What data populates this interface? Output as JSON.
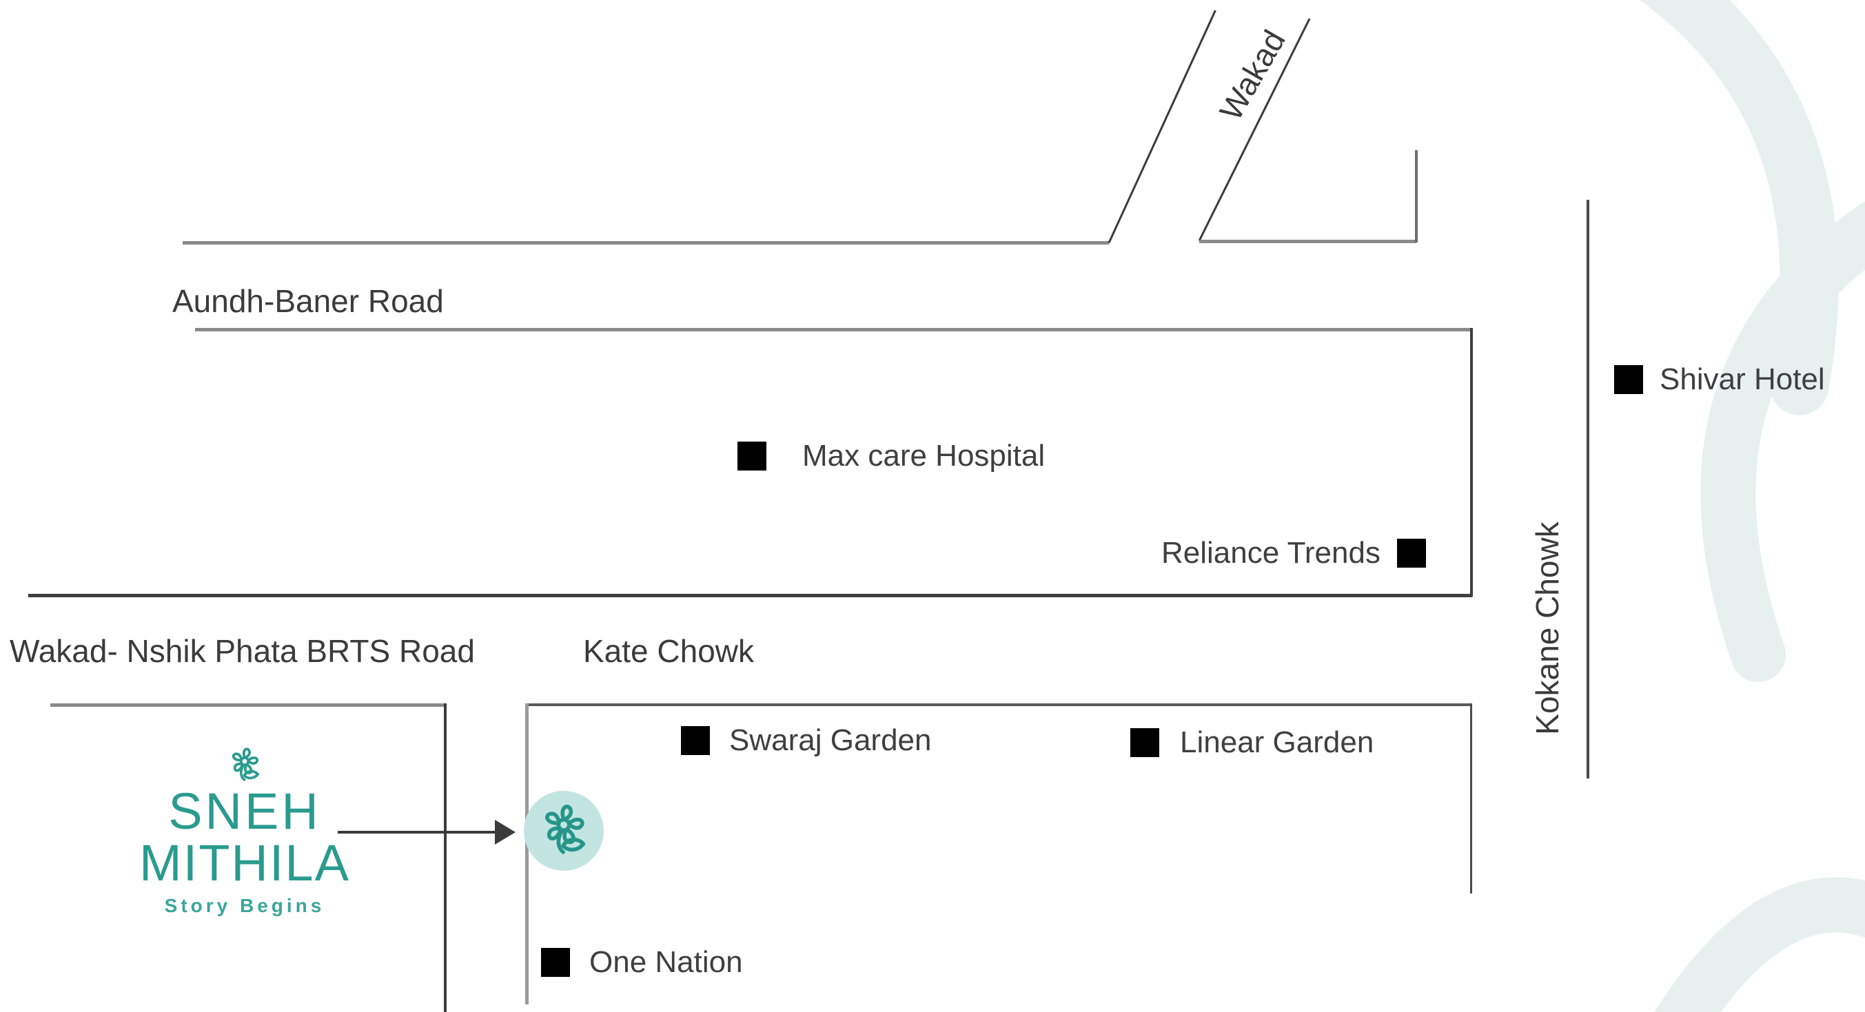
{
  "roads": {
    "wakad": "Wakad",
    "aundh_baner": "Aundh-Baner Road",
    "kokane_chowk": "Kokane Chowk",
    "brts": "Wakad- Nshik Phata BRTS Road",
    "kate_chowk": "Kate Chowk"
  },
  "landmarks": {
    "shivar_hotel": "Shivar Hotel",
    "max_care_hospital": "Max care Hospital",
    "reliance_trends": "Reliance Trends",
    "swaraj_garden": "Swaraj Garden",
    "linear_garden": "Linear Garden",
    "one_nation": "One Nation"
  },
  "logo": {
    "name_line1": "SNEH",
    "name_line2": "MITHILA",
    "tagline": "Story Begins"
  },
  "colors": {
    "brand_teal": "#2a9b8f",
    "marker_fill": "#c3e5e1",
    "watermark_teal": "#e7f0ef",
    "label_text": "#3f3f3f",
    "road_gray": "#8a8a8a",
    "road_dark": "#3f3f3f",
    "landmark_square": "#000000"
  }
}
